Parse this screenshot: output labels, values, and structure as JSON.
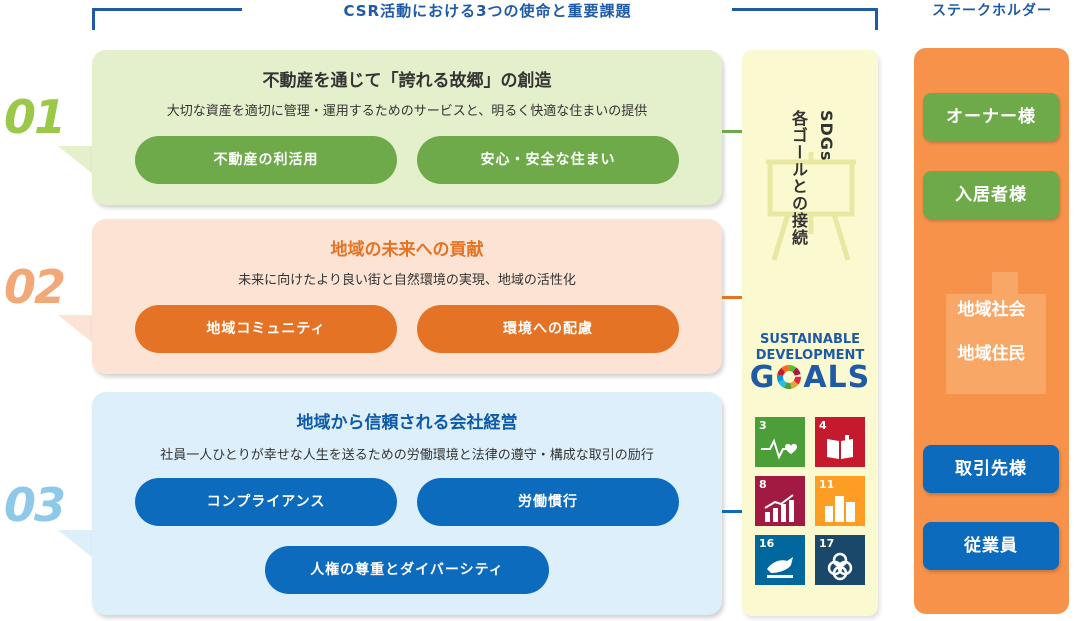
{
  "header": {
    "title": "CSR活動における3つの使命と重要課題",
    "stakeholder_title": "ステークホルダー"
  },
  "missions": [
    {
      "number": "01",
      "title": "不動産を通じて「誇れる故郷」の創造",
      "subtitle": "大切な資産を適切に管理・運用するためのサービスと、明るく快適な住まいの提供",
      "issues": [
        "不動産の利活用",
        "安心・安全な住まい"
      ],
      "colors": {
        "bg": "#e4efcb",
        "accent": "#6ea94a",
        "title": "#333333"
      }
    },
    {
      "number": "02",
      "title": "地域の未来への貢献",
      "subtitle": "未来に向けたより良い街と自然環境の実現、地域の活性化",
      "issues": [
        "地域コミュニティ",
        "環境への配慮"
      ],
      "colors": {
        "bg": "#fce3d3",
        "accent": "#e57326",
        "title": "#e57326"
      }
    },
    {
      "number": "03",
      "title": "地域から信頼される会社経営",
      "subtitle": "社員一人ひとりが幸せな人生を送るための労働環境と法律の遵守・構成な取引の励行",
      "issues": [
        "コンプライアンス",
        "労働慣行",
        "人権の尊重とダイバーシティ"
      ],
      "colors": {
        "bg": "#ddeffa",
        "accent": "#0d6bbd",
        "title": "#0d5aa8"
      }
    }
  ],
  "sdgs": {
    "vertical_line1": "SDGs",
    "vertical_line2": "各ゴールとの接続",
    "logo_line1": "SUSTAINABLE",
    "logo_line2": "DEVELOPMENT",
    "logo_line3_pre": "G",
    "logo_line3_post": "ALS",
    "goals": [
      {
        "number": "3",
        "color": "#4c9f38",
        "icon": "heartbeat-icon"
      },
      {
        "number": "4",
        "color": "#c5192d",
        "icon": "book-icon"
      },
      {
        "number": "8",
        "color": "#a21942",
        "icon": "growth-chart-icon"
      },
      {
        "number": "11",
        "color": "#fd9d24",
        "icon": "city-icon"
      },
      {
        "number": "16",
        "color": "#00689d",
        "icon": "dove-icon"
      },
      {
        "number": "17",
        "color": "#19486a",
        "icon": "partnership-icon"
      }
    ]
  },
  "stakeholders": {
    "owners": "オーナー様",
    "residents": "入居者様",
    "community_line1": "地域社会",
    "community_line2": "地域住民",
    "partners": "取引先様",
    "employees": "従業員",
    "colors": {
      "column": "#f6924a",
      "green": "#6ea94a",
      "blue": "#0d6bbd"
    }
  }
}
